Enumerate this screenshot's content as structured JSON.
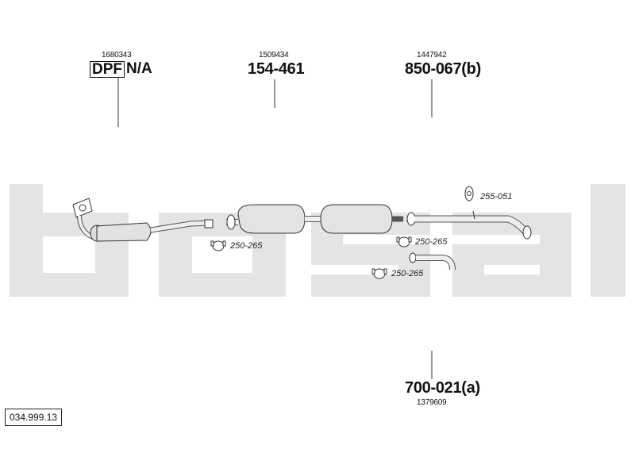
{
  "watermark_text": "bosal",
  "colors": {
    "watermark": "#e6e6e6",
    "line": "#333333",
    "fill": "#dcdcdc"
  },
  "parts": [
    {
      "oe_number": "1680343",
      "dpf_label": "DPF",
      "na_label": "N/A"
    },
    {
      "oe_number": "1509434",
      "part_number": "154-461"
    },
    {
      "oe_number": "1447942",
      "part_number": "850-067(b)"
    },
    {
      "oe_number": "1379609",
      "part_number": "700-021(a)"
    }
  ],
  "clamps": [
    {
      "code": "250-265"
    },
    {
      "code": "250-265"
    },
    {
      "code": "250-265"
    },
    {
      "code": "255-051"
    }
  ],
  "reference": "034.999.13"
}
